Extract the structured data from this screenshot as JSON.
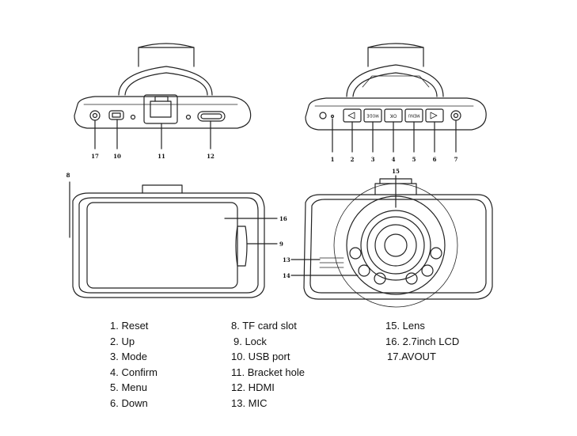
{
  "callouts": {
    "top_left": [
      "17",
      "10",
      "11",
      "12"
    ],
    "top_right": [
      "1",
      "2",
      "3",
      "4",
      "5",
      "6",
      "7"
    ],
    "back": [
      "8",
      "16",
      "9"
    ],
    "front": [
      "15",
      "13",
      "14"
    ]
  },
  "button_text": [
    "MODE",
    "OK",
    "MENU"
  ],
  "legend": {
    "col1": [
      "1. Reset",
      "2. Up",
      "3. Mode",
      "4. Confirm",
      "5. Menu",
      "6. Down"
    ],
    "col2": [
      "8. TF card slot",
      "9. Lock",
      "10. USB port",
      "11. Bracket hole",
      "12. HDMI",
      "13. MIC"
    ],
    "col3": [
      "15. Lens",
      "16. 2.7inch LCD",
      "17.AVOUT"
    ]
  },
  "colors": {
    "line": "#222222",
    "background": "#ffffff"
  }
}
